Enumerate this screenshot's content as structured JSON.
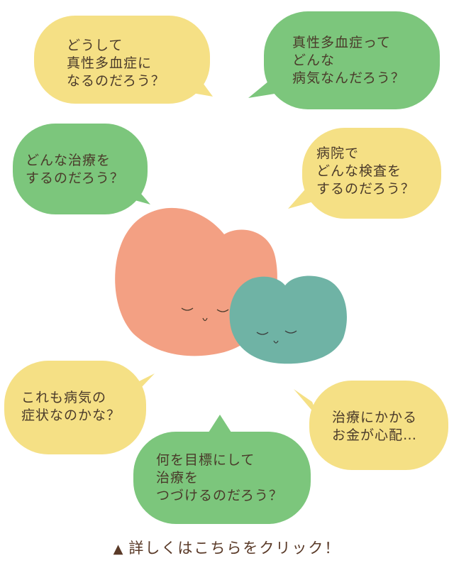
{
  "colors": {
    "yellow_bubble": "#f5e085",
    "green_bubble": "#7cc67c",
    "text": "#4a3a2a",
    "peach_character": "#f3a083",
    "teal_character": "#6fb3a5",
    "link_text": "#5a3a28"
  },
  "bubbles": [
    {
      "name": "bubble-why-disease",
      "color": "yellow",
      "lines": [
        "どうして",
        "真性多血症に",
        "なるのだろう？"
      ]
    },
    {
      "name": "bubble-what-disease",
      "color": "green",
      "lines": [
        "真性多血症って",
        "どんな",
        "病気なんだろう？"
      ]
    },
    {
      "name": "bubble-treatment",
      "color": "green",
      "lines": [
        "どんな治療を",
        "するのだろう？"
      ]
    },
    {
      "name": "bubble-hospital-exam",
      "color": "yellow",
      "lines": [
        "病院で",
        "どんな検査を",
        "するのだろう？"
      ]
    },
    {
      "name": "bubble-symptom",
      "color": "yellow",
      "lines": [
        "これも病気の",
        "症状なのかな？"
      ]
    },
    {
      "name": "bubble-goal",
      "color": "green",
      "lines": [
        "何を目標にして",
        "治療を",
        "つづけるのだろう？"
      ]
    },
    {
      "name": "bubble-cost",
      "color": "yellow",
      "lines": [
        "治療にかかる",
        "お金が心配…"
      ]
    }
  ],
  "footer": {
    "triangle_icon": "▲",
    "link_label": "詳しくはこちらをクリック！"
  }
}
